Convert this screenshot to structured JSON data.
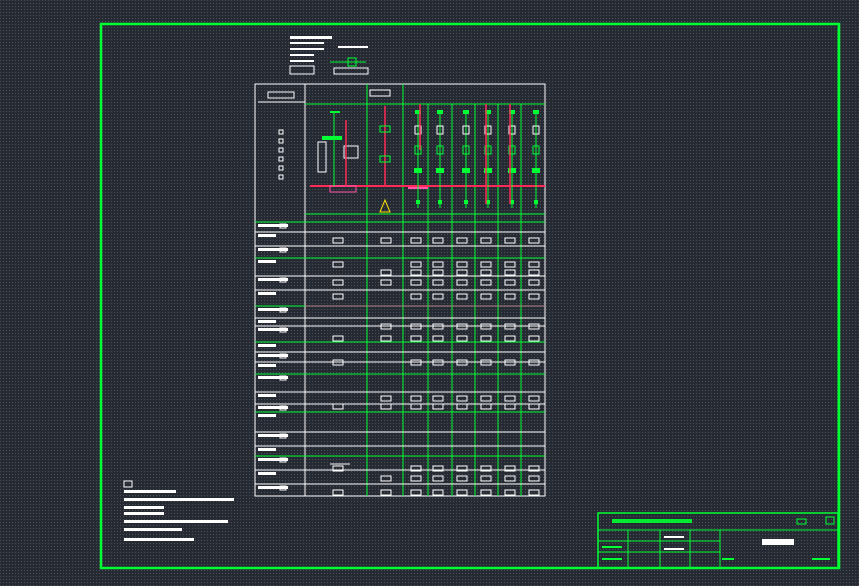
{
  "drawing": {
    "type": "electrical distribution schematic",
    "colors": {
      "background": "#262a33",
      "frame": "#00ff33",
      "lines": "#ffffff",
      "bus": "#ff2a55",
      "conductor": "#ff55aa",
      "accent_yellow": "#ffe200"
    },
    "panel_count": 7,
    "title_block_rows": 3,
    "text_legible": false
  }
}
